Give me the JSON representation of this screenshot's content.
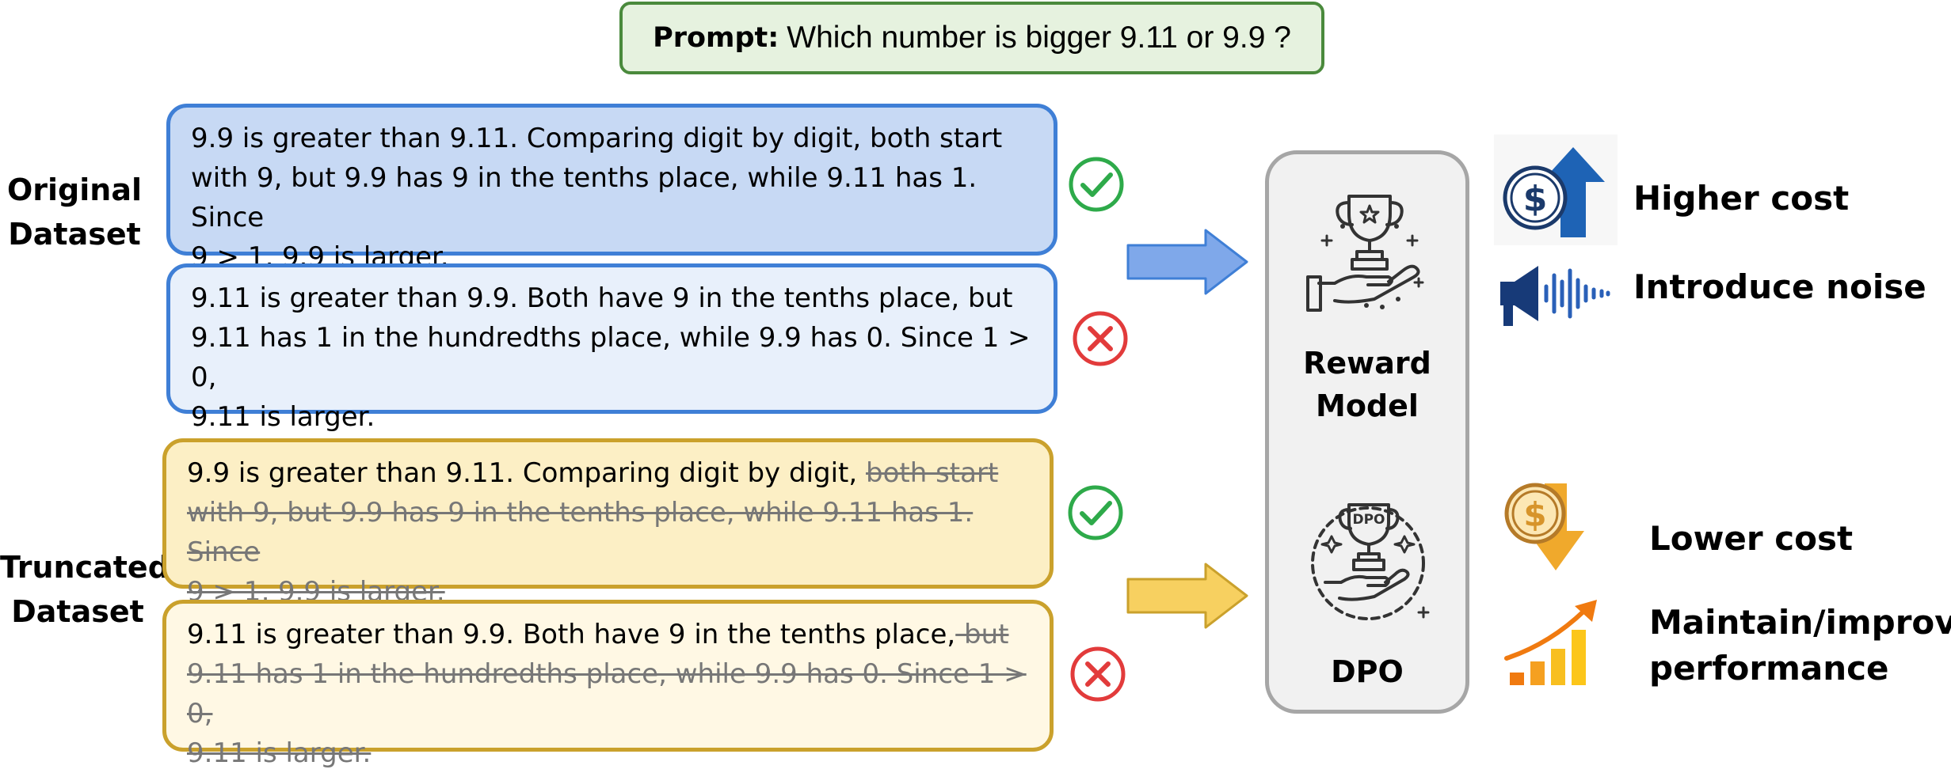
{
  "prompt": {
    "label": "Prompt:",
    "text": "Which number is bigger 9.11 or 9.9 ?"
  },
  "datasets": {
    "original": {
      "label_line1": "Original",
      "label_line2": "Dataset",
      "chosen": {
        "lines": [
          "9.9 is greater than 9.11. Comparing digit by digit, both start",
          "with 9, but 9.9 has 9 in the tenths place, while 9.11 has 1. Since",
          "9 > 1, 9.9 is larger."
        ]
      },
      "rejected": {
        "lines": [
          "9.11 is greater than 9.9. Both have 9 in the tenths place, but",
          "9.11 has 1 in the hundredths place, while 9.9 has 0. Since 1 > 0,",
          "9.11 is larger."
        ]
      }
    },
    "truncated": {
      "label_line1": "Truncated",
      "label_line2": "Dataset",
      "chosen": {
        "kept": "9.9 is greater than 9.11. Comparing digit by digit, ",
        "struck_line1": "both start",
        "struck_line2": "with 9, but 9.9 has 9 in the tenths place, while 9.11 has 1. Since",
        "struck_line3": "9 > 1, 9.9 is larger."
      },
      "rejected": {
        "kept": "9.11 is greater than 9.9. Both have 9 in the tenths place,",
        "struck_line1": " but",
        "struck_line2": "9.11 has 1 in the hundredths place, while 9.9 has 0. Since 1 > 0,",
        "struck_line3": "9.11 is larger."
      }
    }
  },
  "methods": {
    "reward_model": {
      "line1": "Reward",
      "line2": "Model"
    },
    "dpo": {
      "label": "DPO",
      "badge": "DPO"
    }
  },
  "outcomes": {
    "higher_cost": "Higher cost",
    "introduce_noise": "Introduce noise",
    "lower_cost": "Lower cost",
    "maintain_line1": "Maintain/improve",
    "maintain_line2": "performance"
  },
  "icons": {
    "check": "check-circle-icon",
    "cross": "x-circle-icon",
    "arrow_blue": "arrow-right-icon",
    "arrow_yellow": "arrow-right-icon",
    "trophy_hand": "trophy-hand-icon",
    "dpo_trophy": "dpo-trophy-hand-icon",
    "dollar_up": "dollar-up-arrow-icon",
    "megaphone": "megaphone-noise-icon",
    "dollar_down": "dollar-down-arrow-icon",
    "growth_chart": "growth-chart-icon"
  },
  "colors": {
    "prompt_border": "#4a8a3c",
    "prompt_bg": "#e6f2df",
    "orig_border": "#3f7fd6",
    "orig_chosen_bg": "#c7d9f4",
    "orig_rejected_bg": "#e8f0fb",
    "trunc_border": "#caa12c",
    "trunc_chosen_bg": "#fcefc5",
    "trunc_rejected_bg": "#fff8e4",
    "check": "#2eaa4a",
    "cross": "#e23b3b",
    "arrow_blue": "#7fa8ea",
    "arrow_yellow": "#f7d060",
    "model_border": "#a6a6a6",
    "model_bg": "#f1f1f1"
  }
}
